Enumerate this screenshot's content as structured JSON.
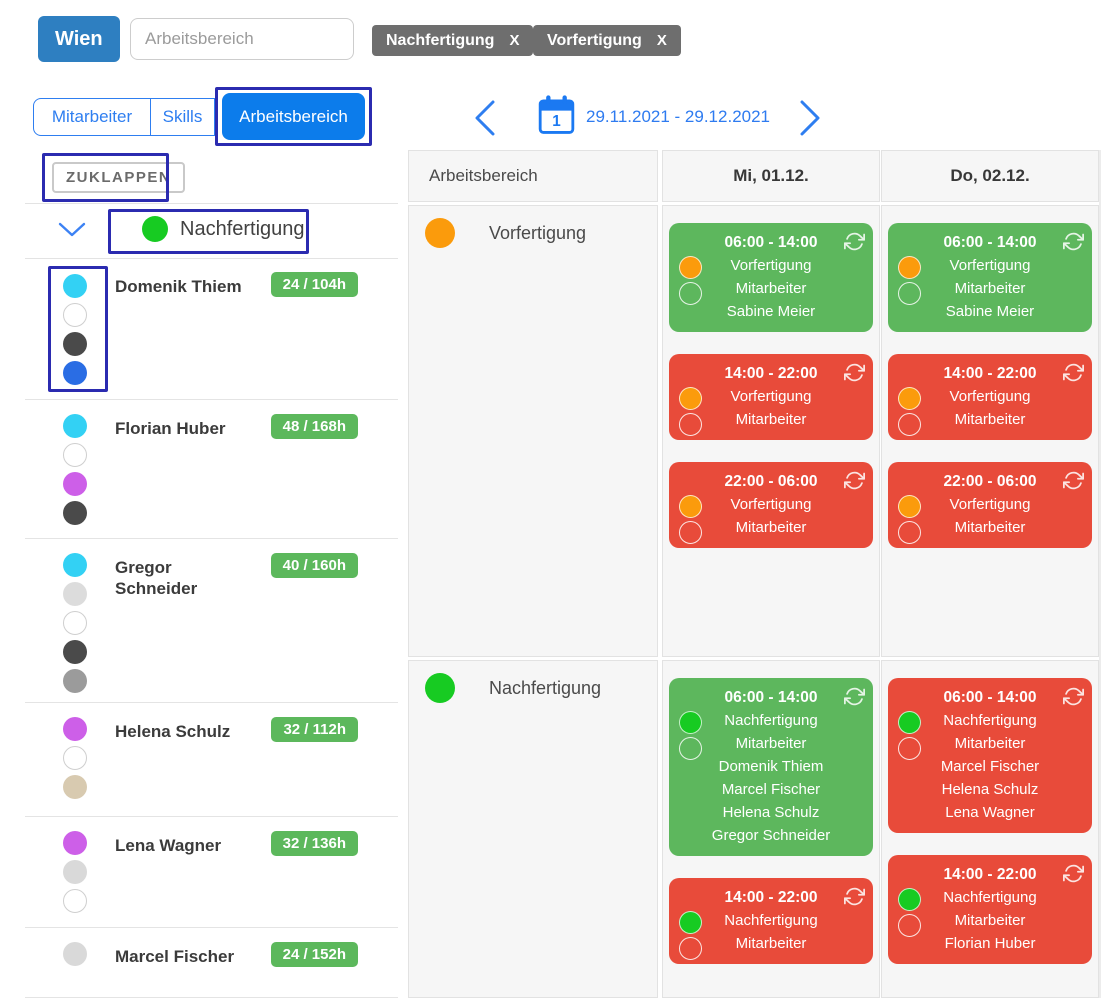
{
  "topbar": {
    "region_button": "Wien",
    "search_placeholder": "Arbeitsbereich",
    "filter_chips": [
      {
        "label": "Nachfertigung",
        "remove_label": "X"
      },
      {
        "label": "Vorfertigung",
        "remove_label": "X"
      }
    ]
  },
  "tabs": [
    {
      "label": "Mitarbeiter",
      "active": false
    },
    {
      "label": "Skills",
      "active": false
    },
    {
      "label": "Arbeitsbereich",
      "active": true,
      "highlighted": true
    }
  ],
  "sidebar": {
    "collapse_button_label": "ZUKLAPPEN",
    "group": {
      "label": "Nachfertigung",
      "color": "#17cb22",
      "expanded": true,
      "highlighted": true
    },
    "employees": [
      {
        "name": "Domenik Thiem",
        "hours": "24 / 104h",
        "skill_colors": [
          "#33d1f4",
          "#ffffff",
          "#4a4a4a",
          "#2a6de4"
        ],
        "skills_highlighted": true
      },
      {
        "name": "Florian Huber",
        "hours": "48 / 168h",
        "skill_colors": [
          "#33d1f4",
          "#ffffff",
          "#cd5fe8",
          "#4a4a4a"
        ]
      },
      {
        "name": "Gregor Schneider",
        "hours": "40 / 160h",
        "skill_colors": [
          "#33d1f4",
          "#dcdcdc",
          "#ffffff",
          "#4a4a4a",
          "#9b9b9b"
        ]
      },
      {
        "name": "Helena Schulz",
        "hours": "32 / 112h",
        "skill_colors": [
          "#cd5fe8",
          "#ffffff",
          "#d8cab0"
        ]
      },
      {
        "name": "Lena Wagner",
        "hours": "32 / 136h",
        "skill_colors": [
          "#cd5fe8",
          "#d9d9d9",
          "#ffffff"
        ]
      },
      {
        "name": "Marcel Fischer",
        "hours": "24 / 152h",
        "skill_colors": [
          "#d9d9d9"
        ]
      }
    ]
  },
  "calendar": {
    "nav": {
      "date_range": "29.11.2021 - 29.12.2021",
      "calendar_icon_day": "1"
    },
    "grid_header": {
      "area_column_label": "Arbeitsbereich",
      "day_labels": [
        "Mi, 01.12.",
        "Do, 02.12."
      ]
    },
    "rows": [
      {
        "area_label": "Vorfertigung",
        "area_color": "#fb9b0c",
        "days": [
          {
            "day_label": "Mi, 01.12.",
            "cards": [
              {
                "time": "06:00 - 14:00",
                "card_color": "green",
                "area_label": "Vorfertigung",
                "area_color": "#fb9b0c",
                "role_label": "Mitarbeiter",
                "assigned": [
                  "Sabine Meier"
                ],
                "recurring": true
              },
              {
                "time": "14:00 - 22:00",
                "card_color": "red",
                "area_label": "Vorfertigung",
                "area_color": "#fb9b0c",
                "role_label": "Mitarbeiter",
                "assigned": [],
                "recurring": true
              },
              {
                "time": "22:00 - 06:00",
                "card_color": "red",
                "area_label": "Vorfertigung",
                "area_color": "#fb9b0c",
                "role_label": "Mitarbeiter",
                "assigned": [],
                "recurring": true
              }
            ]
          },
          {
            "day_label": "Do, 02.12.",
            "cards": [
              {
                "time": "06:00 - 14:00",
                "card_color": "green",
                "area_label": "Vorfertigung",
                "area_color": "#fb9b0c",
                "role_label": "Mitarbeiter",
                "assigned": [
                  "Sabine Meier"
                ],
                "recurring": true
              },
              {
                "time": "14:00 - 22:00",
                "card_color": "red",
                "area_label": "Vorfertigung",
                "area_color": "#fb9b0c",
                "role_label": "Mitarbeiter",
                "assigned": [],
                "recurring": true
              },
              {
                "time": "22:00 - 06:00",
                "card_color": "red",
                "area_label": "Vorfertigung",
                "area_color": "#fb9b0c",
                "role_label": "Mitarbeiter",
                "assigned": [],
                "recurring": true
              }
            ]
          }
        ]
      },
      {
        "area_label": "Nachfertigung",
        "area_color": "#17cb22",
        "days": [
          {
            "day_label": "Mi, 01.12.",
            "cards": [
              {
                "time": "06:00 - 14:00",
                "card_color": "green",
                "area_label": "Nachfertigung",
                "area_color": "#17cb22",
                "role_label": "Mitarbeiter",
                "assigned": [
                  "Domenik Thiem",
                  "Marcel Fischer",
                  "Helena Schulz",
                  "Gregor Schneider"
                ],
                "recurring": true
              },
              {
                "time": "14:00 - 22:00",
                "card_color": "red",
                "area_label": "Nachfertigung",
                "area_color": "#17cb22",
                "role_label": "Mitarbeiter",
                "assigned": [],
                "recurring": true
              }
            ]
          },
          {
            "day_label": "Do, 02.12.",
            "cards": [
              {
                "time": "06:00 - 14:00",
                "card_color": "red",
                "area_label": "Nachfertigung",
                "area_color": "#17cb22",
                "role_label": "Mitarbeiter",
                "assigned": [
                  "Marcel Fischer",
                  "Helena Schulz",
                  "Lena Wagner"
                ],
                "recurring": true
              },
              {
                "time": "14:00 - 22:00",
                "card_color": "red",
                "area_label": "Nachfertigung",
                "area_color": "#17cb22",
                "role_label": "Mitarbeiter",
                "assigned": [
                  "Florian Huber"
                ],
                "recurring": true
              }
            ]
          }
        ]
      }
    ]
  },
  "colors": {
    "primary_blue": "#2e7ef0",
    "active_tab_blue": "#0c7ceb",
    "region_button_blue": "#2e7fc1",
    "highlight_navy": "#2b2bb0",
    "chip_gray": "#6e6e6e",
    "badge_green": "#5cb85c",
    "card_green": "#5db75d",
    "card_red": "#e84b3a",
    "vorfertigung_orange": "#fb9b0c",
    "nachfertigung_green": "#17cb22"
  }
}
